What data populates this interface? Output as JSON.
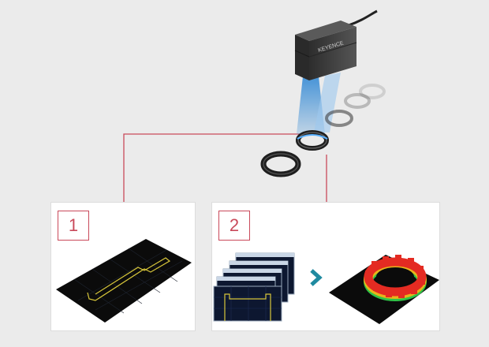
{
  "sensor": {
    "brand_text": "KEYENCE",
    "icon": "laser-profile-sensor-icon"
  },
  "steps": [
    {
      "number": "1",
      "icon": "2d-profile-outline-icon"
    },
    {
      "number": "2",
      "icon": "profile-stack-to-3d-map-icon"
    }
  ],
  "arrow_icon": "chevron-right-icon",
  "colors": {
    "background": "#ebebeb",
    "panel": "#ffffff",
    "accent_line": "#c9495a",
    "sensor_body": "#3d3d3d",
    "laser_beam": "#3e8fd6",
    "profile_line": "#d7c63a",
    "arrow": "#1f8aa0",
    "map_red": "#e42b22",
    "map_green": "#2ec447"
  }
}
